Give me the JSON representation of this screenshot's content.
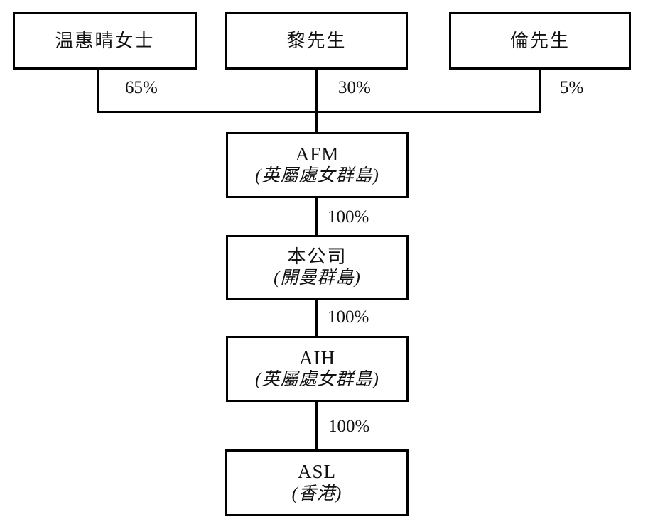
{
  "diagram": {
    "type": "shareholding-structure-chart",
    "shareholders": [
      {
        "name": "温惠晴女士",
        "stake": "65%"
      },
      {
        "name": "黎先生",
        "stake": "30%"
      },
      {
        "name": "倫先生",
        "stake": "5%"
      }
    ],
    "entities": [
      {
        "name": "AFM",
        "jurisdiction": "(英屬處女群島)"
      },
      {
        "name": "本公司",
        "jurisdiction": "(開曼群島)"
      },
      {
        "name": "AIH",
        "jurisdiction": "(英屬處女群島)"
      },
      {
        "name": "ASL",
        "jurisdiction": "(香港)"
      }
    ],
    "ownership_links": [
      {
        "from": "AFM",
        "to": "本公司",
        "stake": "100%"
      },
      {
        "from": "本公司",
        "to": "AIH",
        "stake": "100%"
      },
      {
        "from": "AIH",
        "to": "ASL",
        "stake": "100%"
      }
    ],
    "colors": {
      "line": "#000000",
      "background": "#ffffff",
      "text": "#111111"
    }
  }
}
